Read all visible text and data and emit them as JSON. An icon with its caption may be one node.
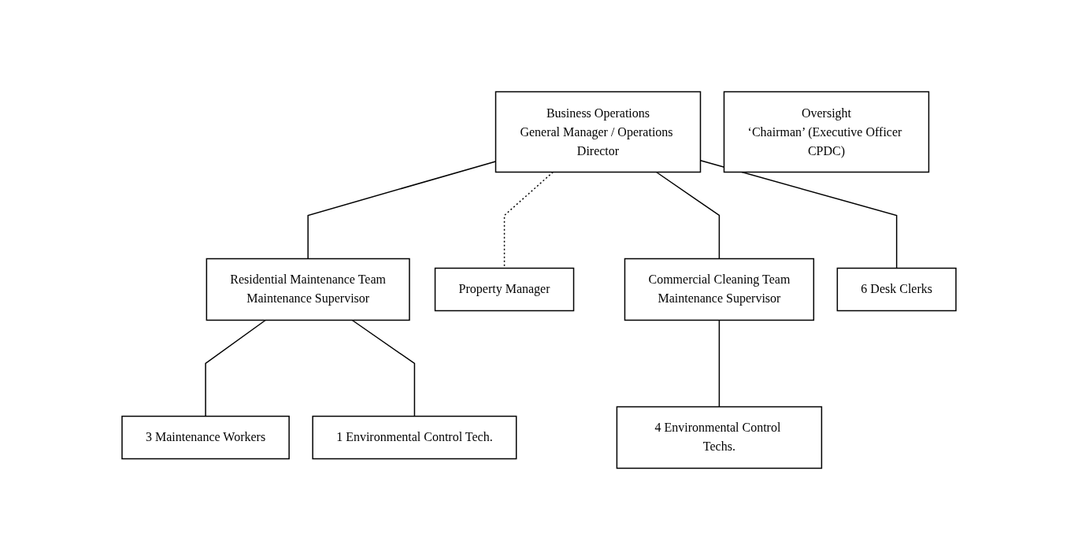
{
  "diagram": {
    "nodes": [
      {
        "text": [
          "Oversight",
          "‘Chairman’ (Executive Officer CPDC)"
        ]
      },
      {
        "text": [
          "Business Operations",
          "General Manager / Operations Director"
        ]
      },
      {
        "text": [
          "Property Manager"
        ]
      },
      {
        "text": [
          "Residential Maintenance Team",
          "Maintenance Supervisor"
        ]
      },
      {
        "text": [
          "Commercial Cleaning Team",
          "Maintenance Supervisor"
        ]
      },
      {
        "text": [
          "6 Desk Clerks"
        ]
      },
      {
        "text": [
          "3 Maintenance Workers"
        ]
      },
      {
        "text": [
          "1 Environmental Control Tech."
        ]
      },
      {
        "text": [
          "4 Environmental Control Techs."
        ]
      }
    ],
    "edges": [
      {
        "from": 1,
        "to": 5,
        "arrow": "none"
      },
      {
        "from": 1,
        "to": 3,
        "arrow": "none"
      },
      {
        "from": 1,
        "to": 4,
        "arrow": "none"
      },
      {
        "from": 1,
        "to": 2,
        "arrow": "none",
        "style": "dashed"
      },
      {
        "from": 3,
        "to": 6,
        "arrow": "none"
      },
      {
        "from": 3,
        "to": 7,
        "arrow": "none"
      },
      {
        "from": 4,
        "to": 8,
        "arrow": "none"
      }
    ]
  }
}
